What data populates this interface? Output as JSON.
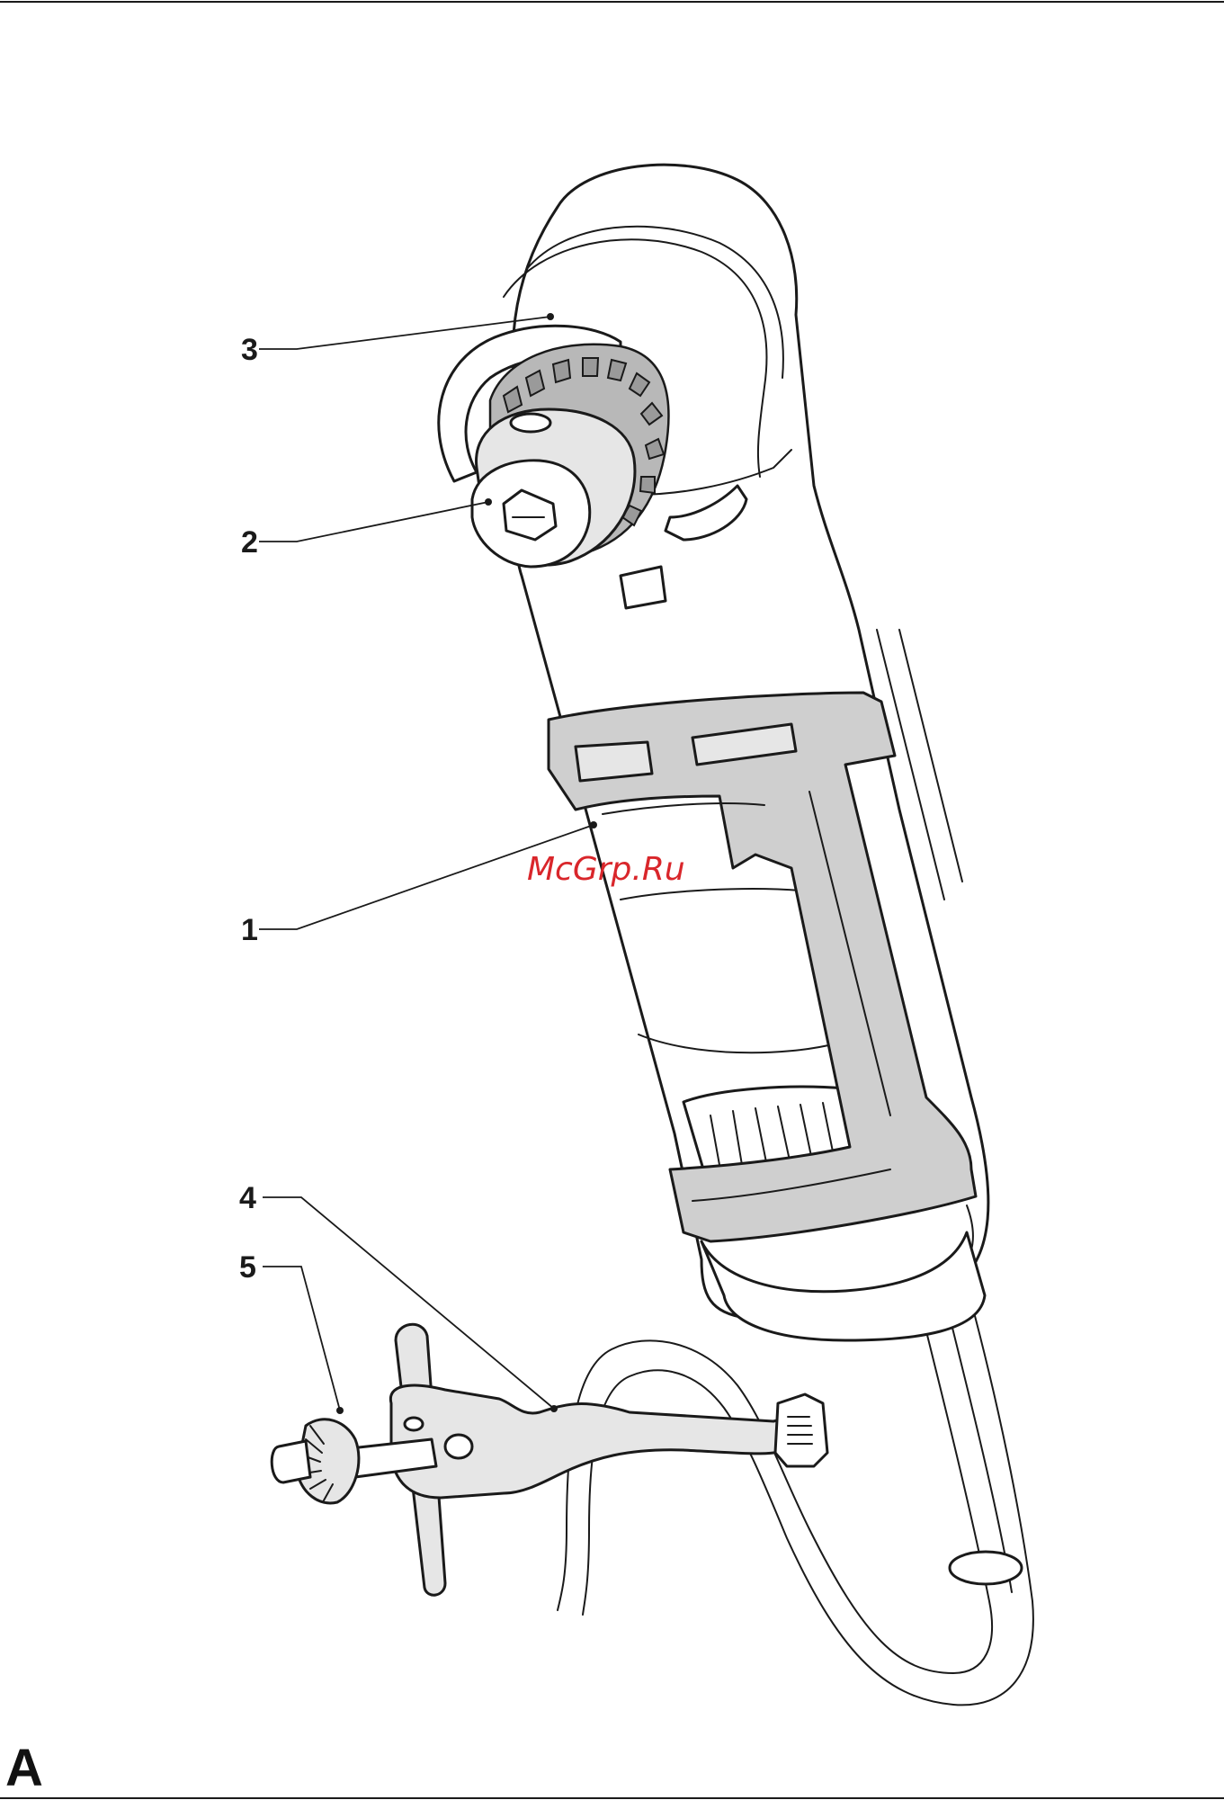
{
  "watermark": "McGrp.Ru",
  "figure_letter": "A",
  "callouts": [
    {
      "id": "3",
      "label": "3"
    },
    {
      "id": "2",
      "label": "2"
    },
    {
      "id": "1",
      "label": "1"
    },
    {
      "id": "4",
      "label": "4"
    },
    {
      "id": "5",
      "label": "5"
    }
  ]
}
